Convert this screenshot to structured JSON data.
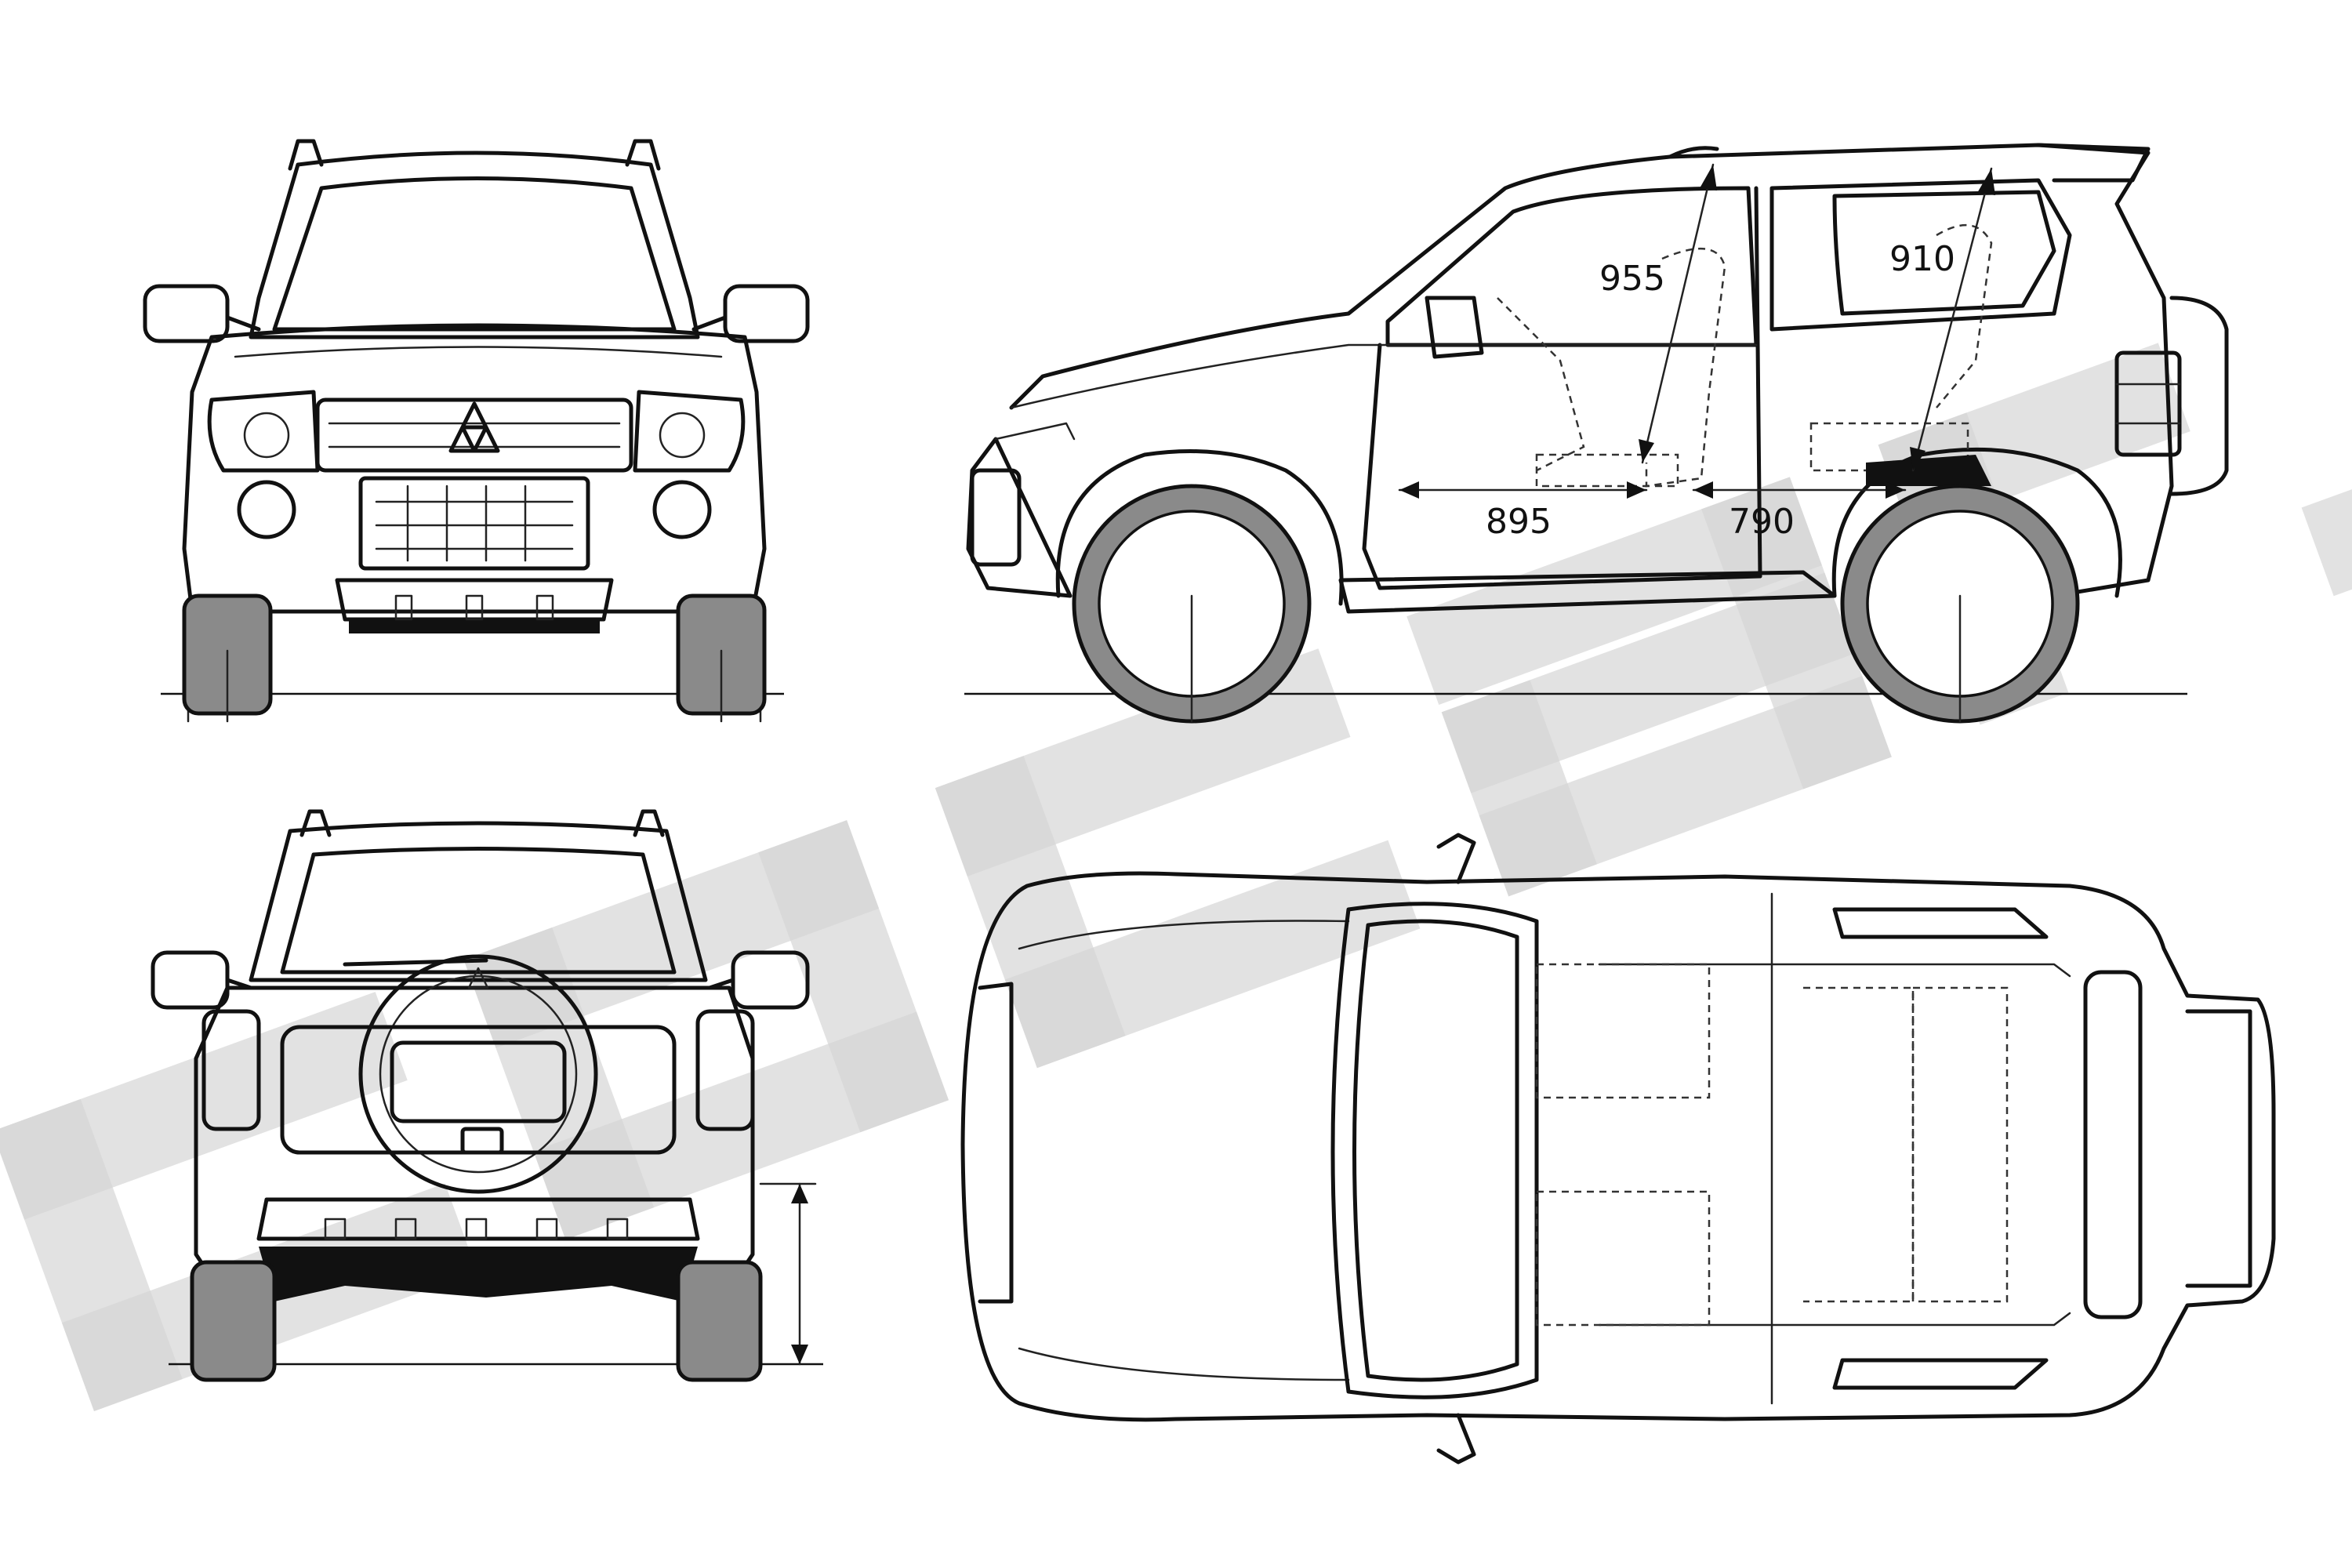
{
  "drawing": {
    "dimensions": {
      "d955": "955",
      "d910": "910",
      "d895": "895",
      "d790": "790"
    },
    "watermark_color": "#d6d6d6",
    "line_color": "#111111",
    "tire_color": "#8a8a8a"
  }
}
